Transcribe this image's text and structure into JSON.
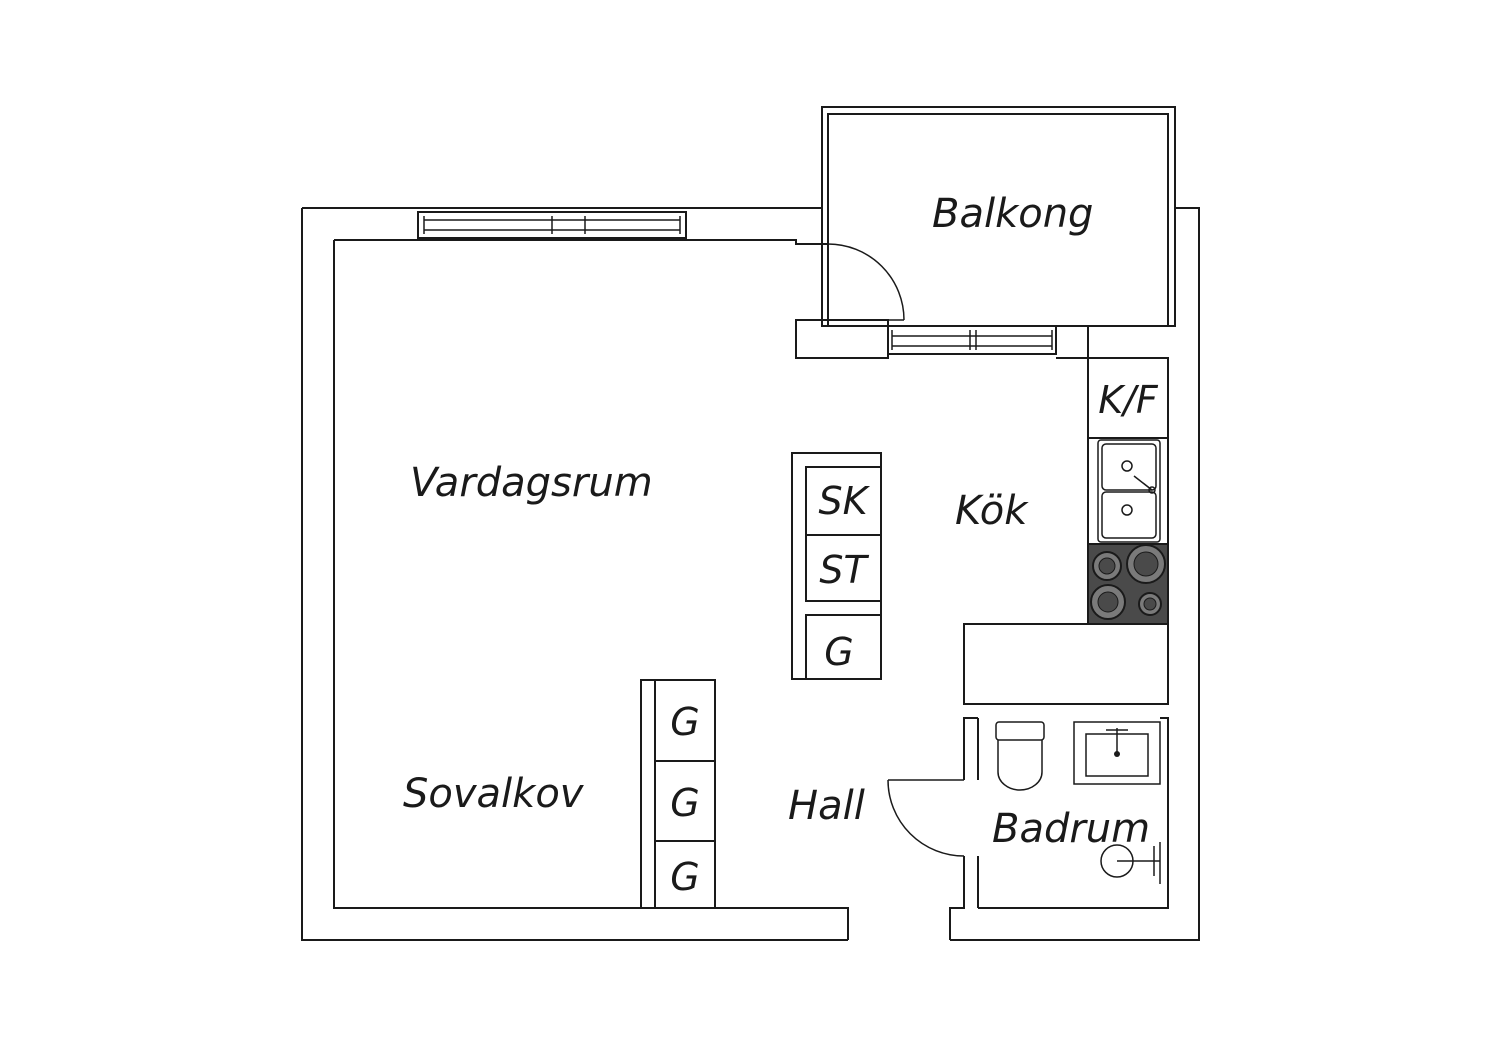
{
  "rooms": {
    "balkong": "Balkong",
    "vardagsrum": "Vardagsrum",
    "kok": "Kök",
    "sovalkov": "Sovalkov",
    "hall": "Hall",
    "badrum": "Badrum"
  },
  "fixtures": {
    "kf": "K/F",
    "sk": "SK",
    "st": "ST",
    "g_kitchen": "G",
    "g_hall_1": "G",
    "g_hall_2": "G",
    "g_hall_3": "G"
  },
  "colors": {
    "line": "#1a1a1a",
    "stove": "#4a4a4a",
    "burner": "#7a7a7a",
    "background": "#ffffff"
  }
}
